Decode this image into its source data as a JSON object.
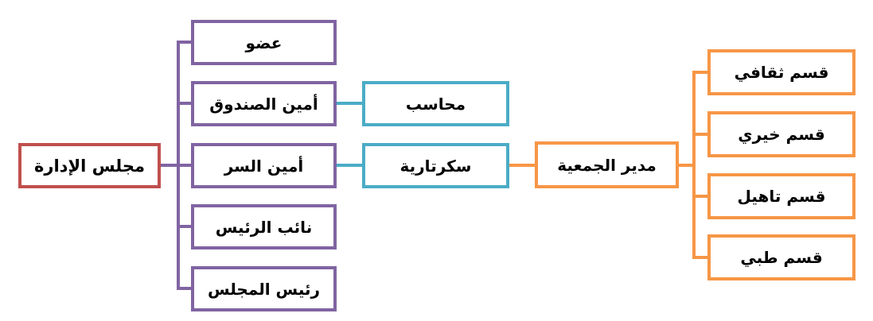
{
  "diagram": {
    "root": {
      "label": "مجلس الإدارة"
    },
    "board_roles": [
      {
        "label": "عضو"
      },
      {
        "label": "أمين الصندوق"
      },
      {
        "label": "أمين السر"
      },
      {
        "label": "نائب الرئيس"
      },
      {
        "label": "رئيس المجلس"
      }
    ],
    "staff": [
      {
        "label": "محاسب"
      },
      {
        "label": "سكرتارية"
      }
    ],
    "manager": {
      "label": "مدير الجمعية"
    },
    "departments": [
      {
        "label": "قسم ثقافي"
      },
      {
        "label": "قسم خيري"
      },
      {
        "label": "قسم تاهيل"
      },
      {
        "label": "قسم طبي"
      }
    ],
    "colors": {
      "root_border": "#C0504D",
      "board_border": "#8064A2",
      "staff_border": "#4BACC6",
      "dept_border": "#F79646"
    }
  }
}
